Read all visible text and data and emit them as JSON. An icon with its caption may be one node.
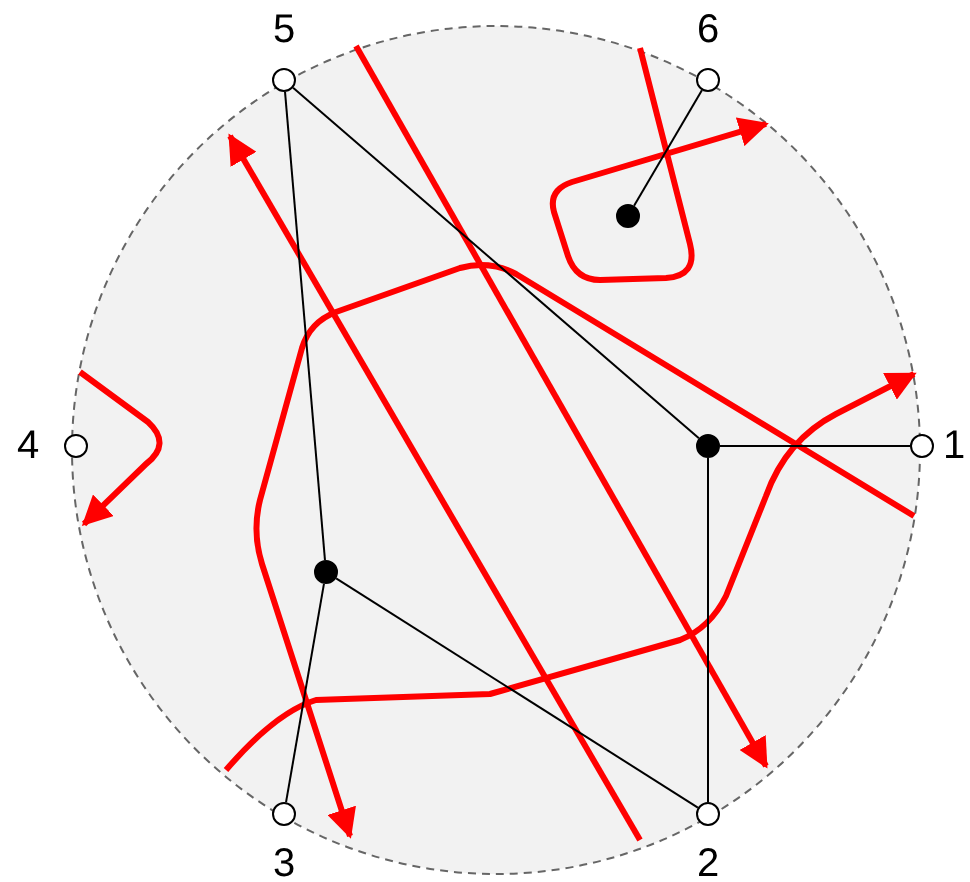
{
  "diagram": {
    "nodes": [
      {
        "text": [],
        "shape": "circle",
        "beside": [
          "5"
        ]
      },
      {
        "text": [],
        "shape": "circle",
        "beside": [
          "6"
        ]
      },
      {
        "text": [],
        "shape": "dot"
      },
      {
        "text": [],
        "shape": "circle",
        "beside": [
          "4"
        ]
      },
      {
        "text": [],
        "shape": "dot"
      },
      {
        "text": [],
        "shape": "circle",
        "beside": [
          "1"
        ]
      },
      {
        "text": [],
        "shape": "dot"
      },
      {
        "text": [],
        "shape": "circle",
        "beside": [
          "3"
        ]
      },
      {
        "text": [],
        "shape": "circle",
        "beside": [
          "2"
        ]
      }
    ],
    "edges": [
      {
        "from": 0,
        "to": 4,
        "arrow": "none"
      },
      {
        "from": 0,
        "to": 6,
        "arrow": "none"
      },
      {
        "from": 1,
        "to": 2,
        "arrow": "none"
      },
      {
        "from": 4,
        "to": 5,
        "arrow": "none"
      },
      {
        "from": 4,
        "to": 8,
        "arrow": "none"
      },
      {
        "from": 6,
        "to": 7,
        "arrow": "none"
      },
      {
        "from": 6,
        "to": 8,
        "arrow": "none"
      }
    ]
  }
}
